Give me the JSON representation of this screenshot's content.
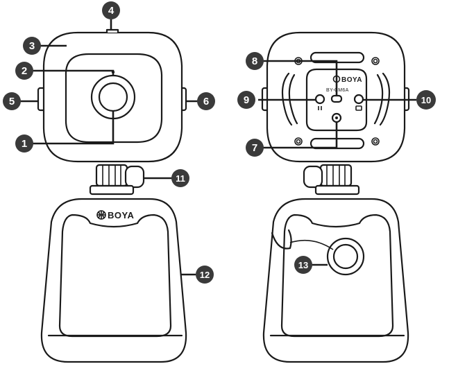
{
  "brand": {
    "front_logo_text": "BOYA",
    "back_logo_text": "BOYA",
    "model_text": "BY-CM6A"
  },
  "callouts": [
    {
      "id": "1",
      "label": "1"
    },
    {
      "id": "2",
      "label": "2"
    },
    {
      "id": "3",
      "label": "3"
    },
    {
      "id": "4",
      "label": "4"
    },
    {
      "id": "5",
      "label": "5"
    },
    {
      "id": "6",
      "label": "6"
    },
    {
      "id": "7",
      "label": "7"
    },
    {
      "id": "8",
      "label": "8"
    },
    {
      "id": "9",
      "label": "9"
    },
    {
      "id": "10",
      "label": "10"
    },
    {
      "id": "11",
      "label": "11"
    },
    {
      "id": "12",
      "label": "12"
    },
    {
      "id": "13",
      "label": "13"
    }
  ]
}
